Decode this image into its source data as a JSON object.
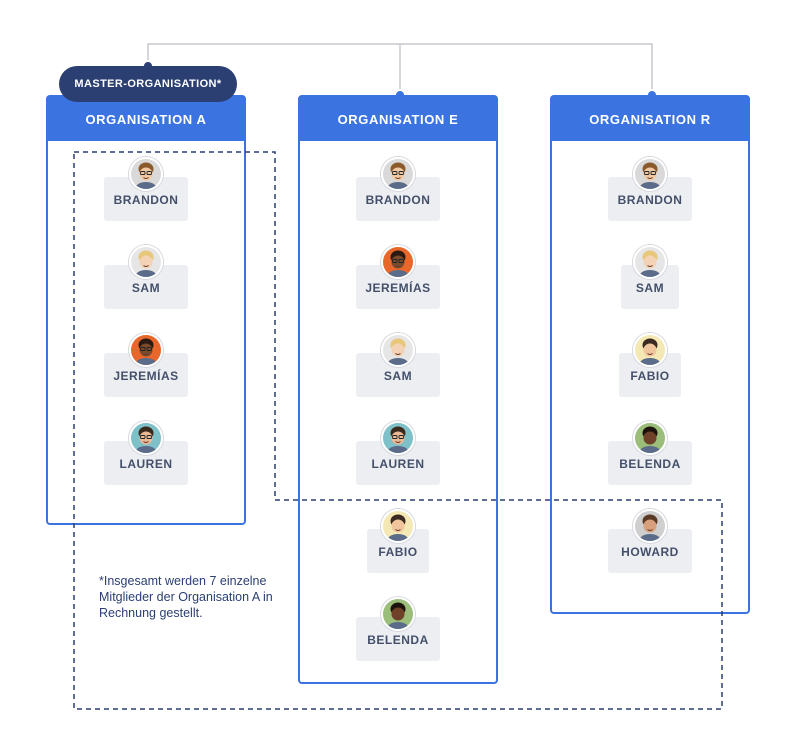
{
  "master_badge": "MASTER-ORGANISATION*",
  "footnote": "*Insgesamt werden 7 einzelne Mitglieder der Organisation A in Rechnung gestellt.",
  "colors": {
    "org_blue": "#3b73e0",
    "master_navy": "#2b3f73",
    "tag_bg": "#eceef2",
    "connector_gray": "#c7c9ce"
  },
  "organisations": [
    {
      "name": "ORGANISATION A",
      "members": [
        {
          "name": "BRANDON",
          "avatar": "brandon-avatar"
        },
        {
          "name": "SAM",
          "avatar": "sam-avatar"
        },
        {
          "name": "JEREMÍAS",
          "avatar": "jeremias-avatar"
        },
        {
          "name": "LAUREN",
          "avatar": "lauren-avatar"
        }
      ]
    },
    {
      "name": "ORGANISATION E",
      "members": [
        {
          "name": "BRANDON",
          "avatar": "brandon-avatar"
        },
        {
          "name": "JEREMÍAS",
          "avatar": "jeremias-avatar"
        },
        {
          "name": "SAM",
          "avatar": "sam-avatar"
        },
        {
          "name": "LAUREN",
          "avatar": "lauren-avatar"
        },
        {
          "name": "FABIO",
          "avatar": "fabio-avatar"
        },
        {
          "name": "BELENDA",
          "avatar": "belenda-avatar"
        }
      ]
    },
    {
      "name": "ORGANISATION R",
      "members": [
        {
          "name": "BRANDON",
          "avatar": "brandon-avatar"
        },
        {
          "name": "SAM",
          "avatar": "sam-avatar"
        },
        {
          "name": "FABIO",
          "avatar": "fabio-avatar"
        },
        {
          "name": "BELENDA",
          "avatar": "belenda-avatar"
        },
        {
          "name": "HOWARD",
          "avatar": "howard-avatar"
        }
      ]
    }
  ]
}
